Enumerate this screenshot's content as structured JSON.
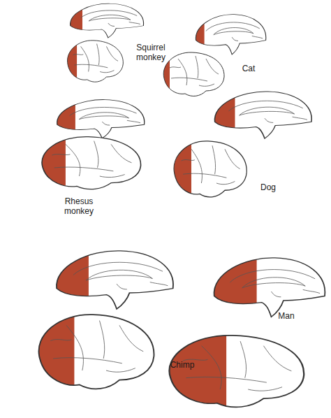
{
  "diagram": {
    "labels": [
      "Squirrel monkey",
      "Cat",
      "Rhesus monkey",
      "Dog",
      "Chimp",
      "Man"
    ]
  }
}
